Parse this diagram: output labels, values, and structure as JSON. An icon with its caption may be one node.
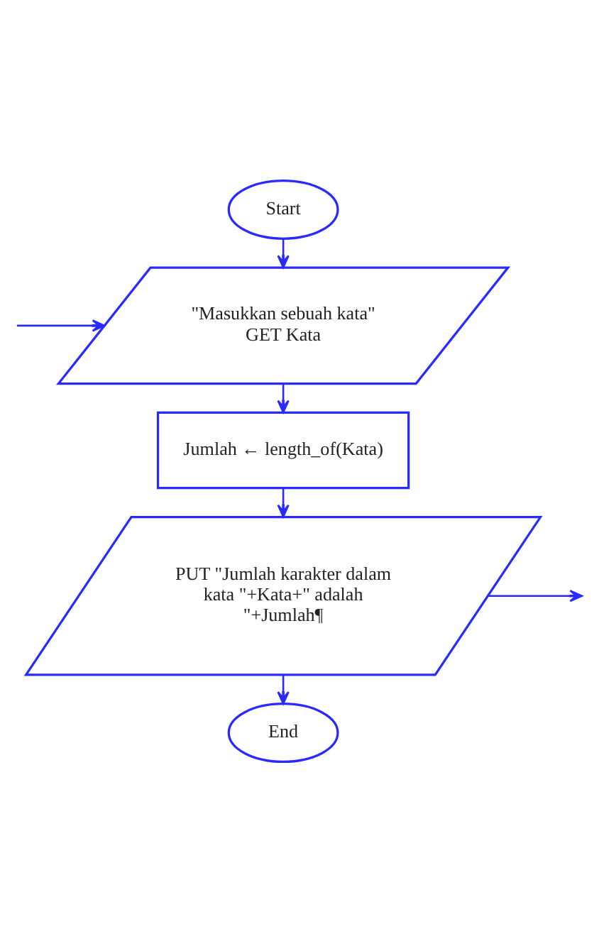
{
  "diagram": {
    "nodes": [
      {
        "text": [
          "Start"
        ]
      },
      {
        "text": [
          "\"Masukkan sebuah kata\"",
          "GET Kata"
        ]
      },
      {
        "text": [
          "Jumlah ← length_of(Kata)"
        ]
      },
      {
        "text": [
          "PUT \"Jumlah karakter dalam kata \"+Kata+\" adalah \"+Jumlah¶"
        ]
      },
      {
        "text": [
          "End"
        ]
      }
    ],
    "edges": [
      {
        "from": null,
        "to": 1,
        "arrow": "to"
      },
      {
        "from": 0,
        "to": 1,
        "arrow": "to"
      },
      {
        "from": 1,
        "to": 2,
        "arrow": "to"
      },
      {
        "from": 2,
        "to": 3,
        "arrow": "to"
      },
      {
        "from": 3,
        "to": null,
        "arrow": "to"
      },
      {
        "from": 3,
        "to": 4,
        "arrow": "to"
      }
    ]
  }
}
